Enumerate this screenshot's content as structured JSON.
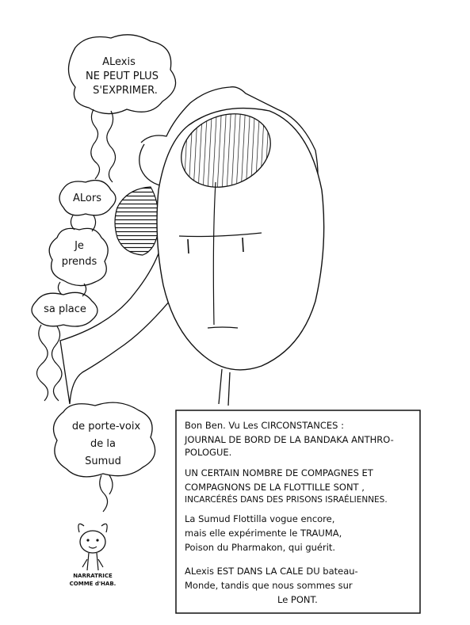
{
  "bubbles": {
    "first": [
      "ALexis",
      "NE PEUT PLUS",
      "S'EXPRIMER."
    ],
    "alors": "ALors",
    "je": "Je",
    "prends": "prends",
    "sa_place": "sa place",
    "last": [
      "de porte-voix",
      "de la",
      "Sumud"
    ]
  },
  "narrator_caption": [
    "NARRATRICE",
    "COMME d'HAB."
  ],
  "journal": {
    "lines": [
      "Bon Ben. Vu Les CIRCONSTANCES :",
      "JOURNAL DE BORD DE LA BANDAKA ANTHRO-",
      "POLOGUE.",
      "UN CERTAIN NOMBRE DE COMPAGNES ET",
      "COMPAGNONS DE LA FLOTTILLE SONT ,",
      "INCARCÉRÉS DANS DES PRISONS ISRAÉLIENNES.",
      "La Sumud Flottilla vogue encore,",
      "mais elle expérimente le TRAUMA,",
      "Poison du Pharmakon, qui guérit.",
      "ALexis EST DANS LA CALE DU bateau-",
      "Monde, tandis que nous sommes sur",
      "Le PONT."
    ]
  },
  "colors": {
    "ink": "#111111",
    "paper": "#ffffff"
  }
}
